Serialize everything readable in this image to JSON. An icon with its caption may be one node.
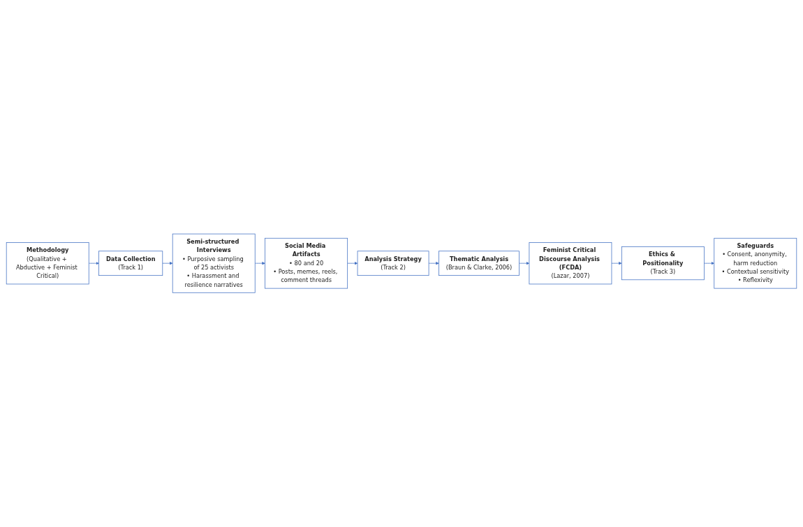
{
  "diagram": {
    "nodes": [
      {
        "text": [
          "Methodology",
          "(Qualitative + Abductive + Feminist Critical)"
        ]
      },
      {
        "text": [
          "Data Collection",
          "(Track 1)"
        ]
      },
      {
        "text": [
          "Semi-structured Interviews",
          "• Purposive sampling of 25 activists",
          "• Harassment and resilience narratives"
        ]
      },
      {
        "text": [
          "Social Media Artifacts",
          "• 80 and 20",
          "• Posts, memes, reels, comment threads"
        ]
      },
      {
        "text": [
          "Analysis Strategy",
          "(Track 2)"
        ]
      },
      {
        "text": [
          "Thematic Analysis",
          "(Braun & Clarke, 2006)"
        ]
      },
      {
        "text": [
          "Feminist Critical Discourse Analysis (FCDA)",
          "(Lazar, 2007)"
        ]
      },
      {
        "text": [
          "Ethics & Positionality",
          "(Track 3)"
        ]
      },
      {
        "text": [
          "Safeguards",
          "• Consent, anonymity, harm reduction",
          "• Contextual sensitivity",
          "• Reflexivity"
        ]
      }
    ],
    "edges": [
      {
        "from": 0,
        "to": 1,
        "arrow": "to"
      },
      {
        "from": 1,
        "to": 2,
        "arrow": "to"
      },
      {
        "from": 2,
        "to": 3,
        "arrow": "to"
      },
      {
        "from": 3,
        "to": 4,
        "arrow": "to"
      },
      {
        "from": 4,
        "to": 5,
        "arrow": "to"
      },
      {
        "from": 5,
        "to": 6,
        "arrow": "to"
      },
      {
        "from": 6,
        "to": 7,
        "arrow": "to"
      },
      {
        "from": 7,
        "to": 8,
        "arrow": "to"
      }
    ]
  }
}
